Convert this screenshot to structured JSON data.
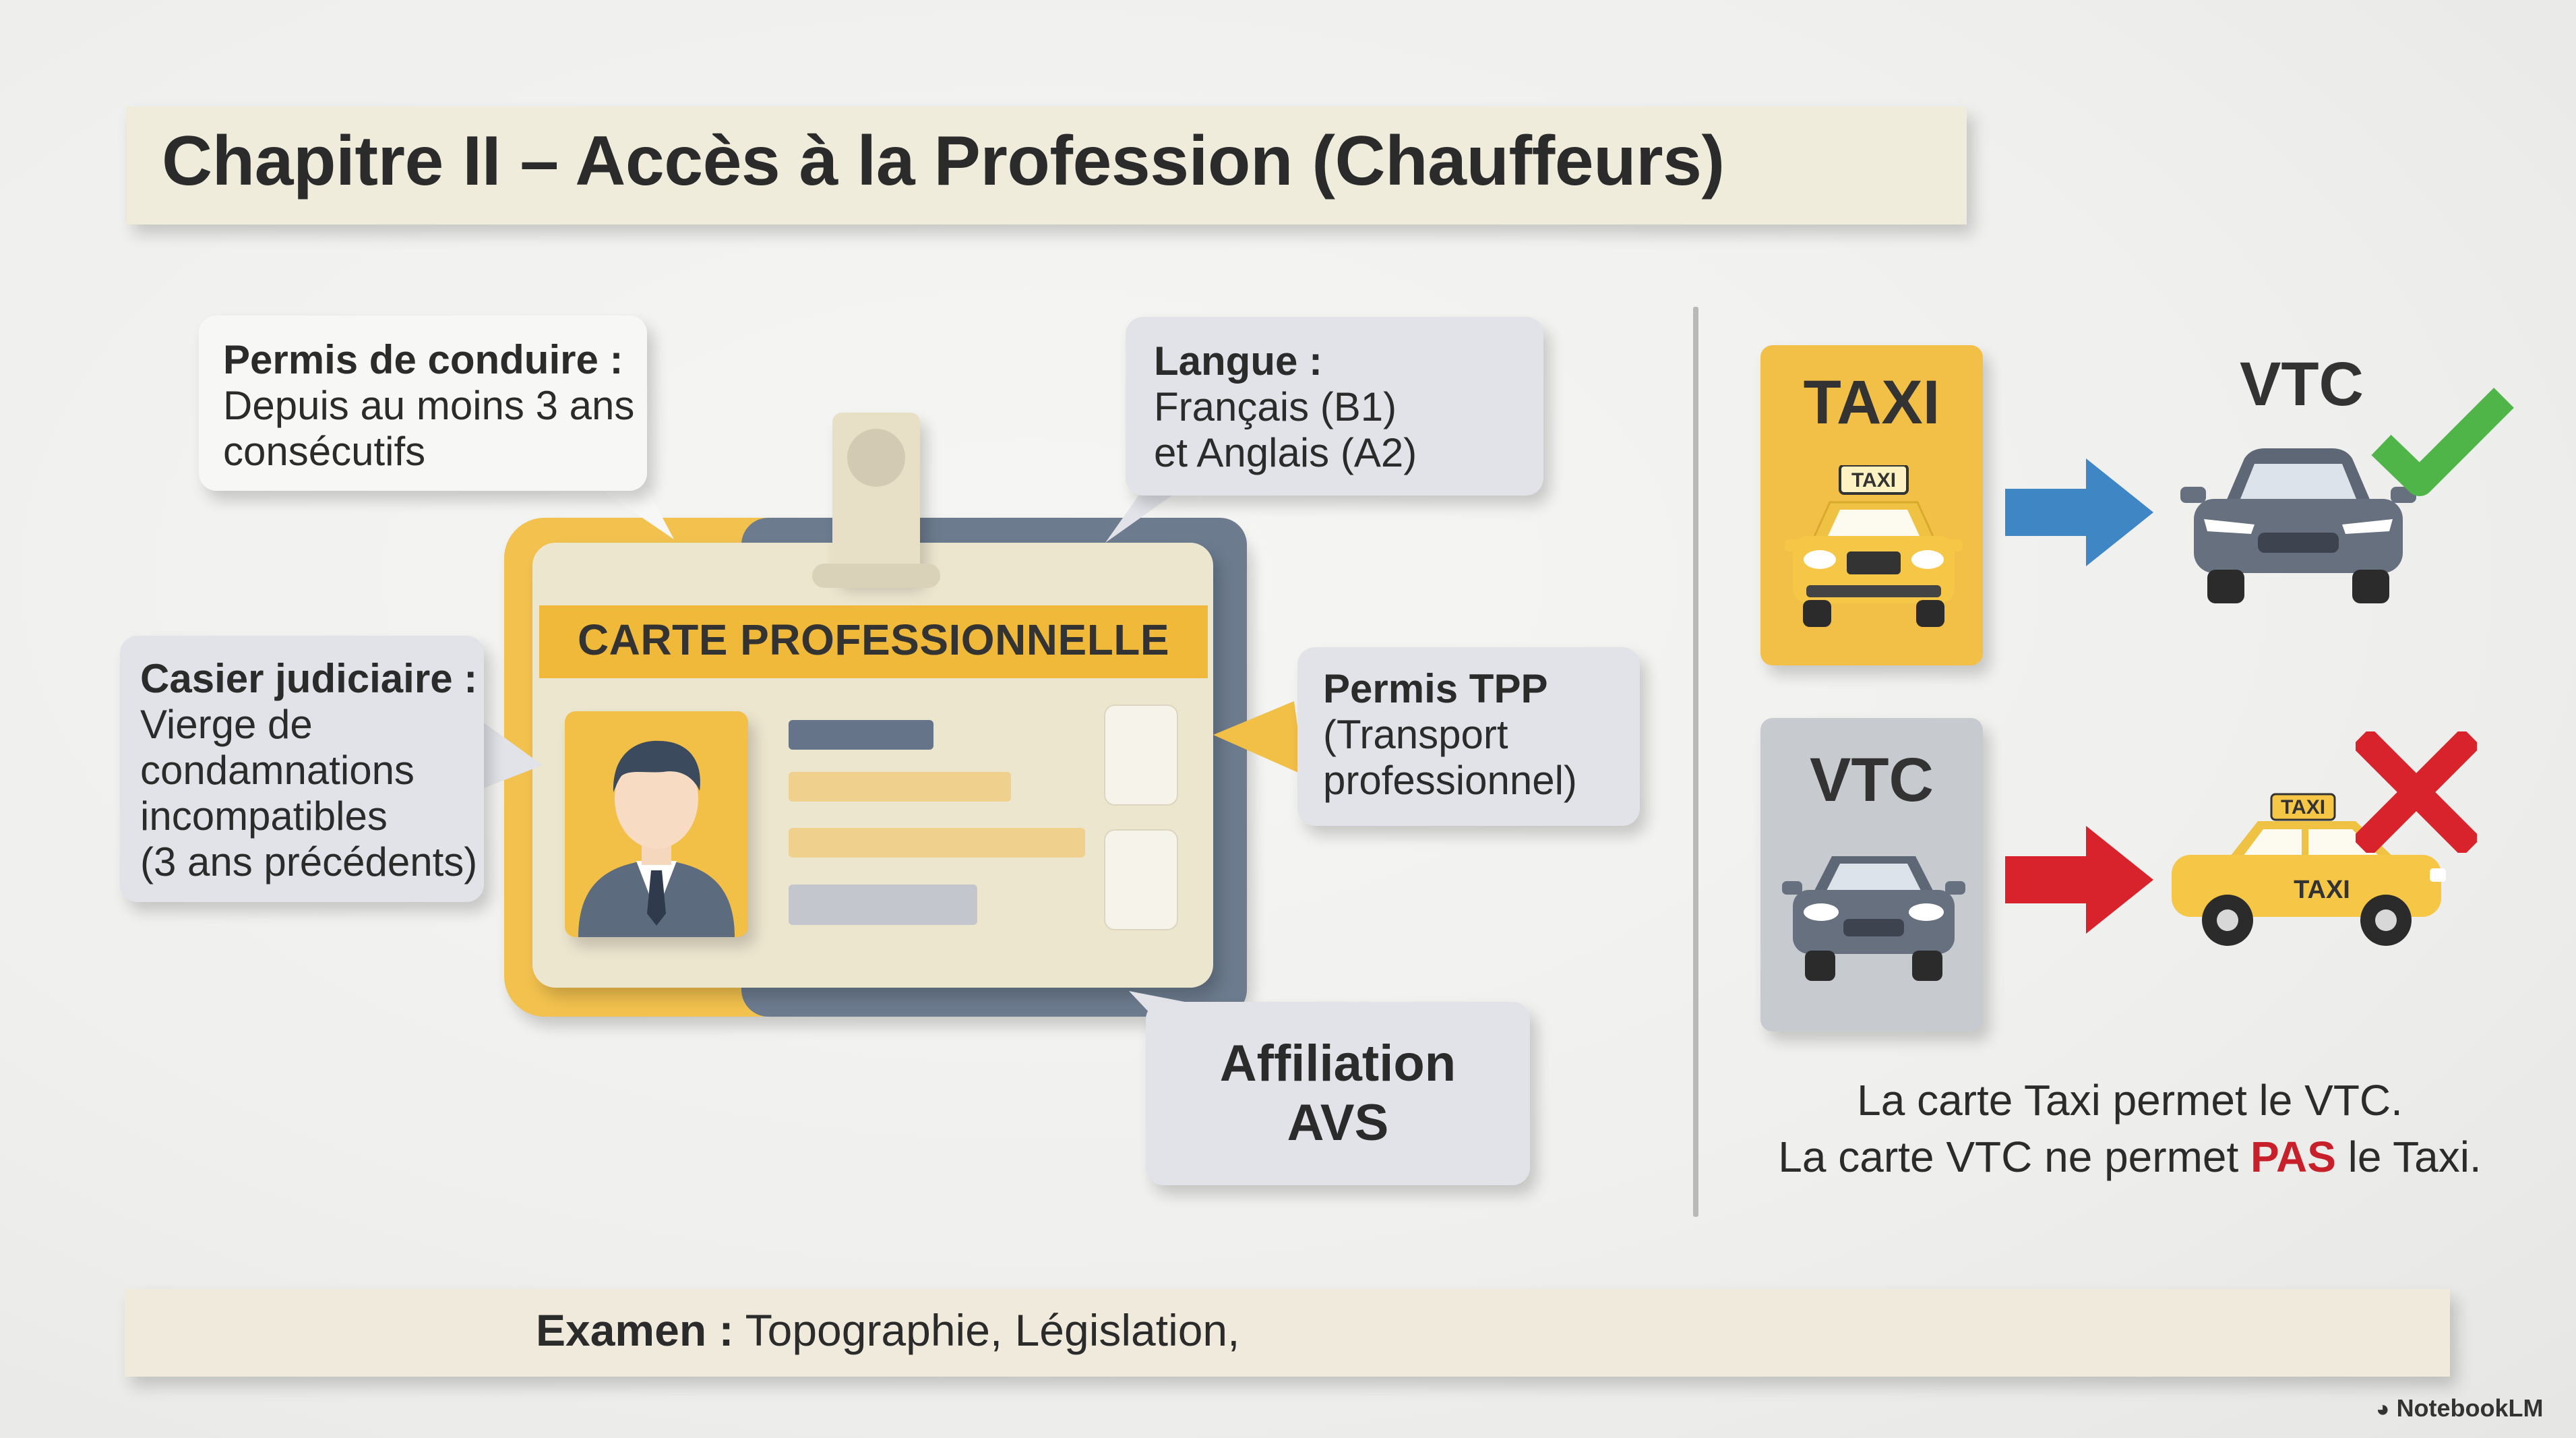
{
  "title": "Chapitre II – Accès à la Profession (Chauffeurs)",
  "callouts": {
    "permis": {
      "heading": "Permis de conduire :",
      "lines": [
        "Depuis au moins 3 ans",
        "consécutifs"
      ]
    },
    "langue": {
      "heading": "Langue :",
      "lines": [
        "Français (B1)",
        "et Anglais (A2)"
      ]
    },
    "casier": {
      "heading": "Casier judiciaire :",
      "lines": [
        "Vierge de",
        "condamnations",
        "incompatibles",
        "(3 ans précédents)"
      ]
    },
    "tpp": {
      "heading": "Permis TPP",
      "lines": [
        "(Transport",
        "professionnel)"
      ]
    },
    "avs": {
      "lines": [
        "Affiliation",
        "AVS"
      ]
    }
  },
  "card": {
    "header": "CARTE PROFESSIONNELLE"
  },
  "comparison": {
    "taxi_card_label": "TAXI",
    "taxi_roof_sign": "TAXI",
    "vtc_top_label": "VTC",
    "vtc_card_label": "VTC",
    "taxi_car_roof": "TAXI",
    "taxi_car_door": "TAXI",
    "note_line1": "La carte Taxi permet le VTC.",
    "note_line2_before": "La carte VTC ne permet ",
    "note_line2_emph": "PAS",
    "note_line2_after": " le Taxi."
  },
  "exam": {
    "label": "Examen :",
    "text": " Topographie, Législation,"
  },
  "brand": "NotebookLM",
  "colors": {
    "accent_yellow": "#f2bf47",
    "slate": "#66748a",
    "arrow_blue": "#3f87c4",
    "arrow_red": "#d8232c",
    "check_green": "#4fb548",
    "cross_red": "#d8232c"
  }
}
